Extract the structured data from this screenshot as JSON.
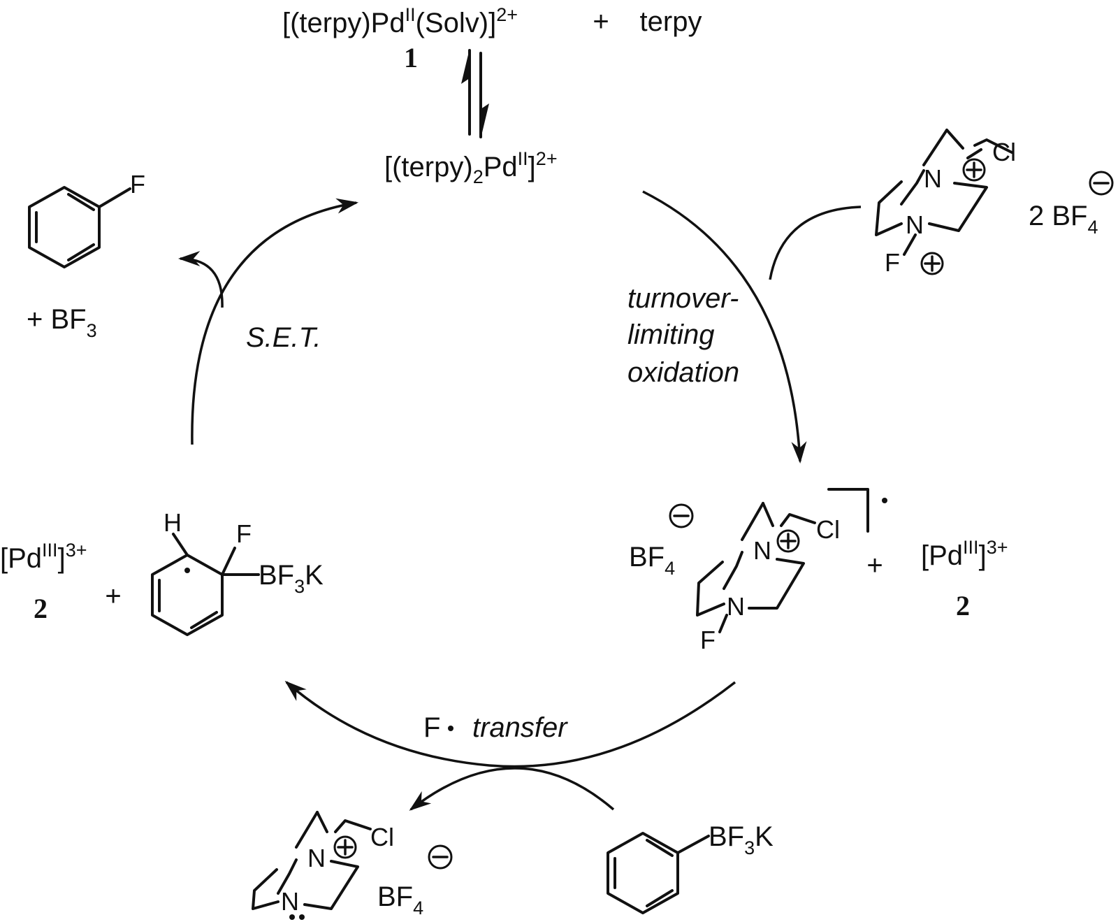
{
  "top": {
    "complex1": "[(terpy)Pd",
    "complex1_ox": "II",
    "complex1_rest": "(Solv)]",
    "complex1_charge": "2+",
    "complex1_number": "1",
    "plus": "+",
    "ligand": "terpy"
  },
  "center": {
    "bis": "[(terpy)",
    "bis_sub": "2",
    "bis_pd": "Pd",
    "bis_ox": "II",
    "bis_end": "]",
    "bis_charge": "2+"
  },
  "selectfluor": {
    "n": "N",
    "f": "F",
    "cl": "Cl",
    "count": "2 BF",
    "bf4_sub": "4"
  },
  "steps": {
    "oxidation_l1": "turnover-",
    "oxidation_l2": "limiting",
    "oxidation_l3": "oxidation",
    "set": "S.E.T.",
    "ftransfer_f": "F",
    "ftransfer": "transfer"
  },
  "right_species": {
    "bf4": "BF",
    "bf4_sub": "4",
    "n": "N",
    "f": "F",
    "cl": "Cl",
    "plus": "+",
    "pd": "[Pd",
    "pd_ox": "III",
    "pd_end": "]",
    "pd_charge": "3+",
    "pd_number": "2"
  },
  "left_species": {
    "pd": "[Pd",
    "pd_ox": "III",
    "pd_end": "]",
    "pd_charge": "3+",
    "pd_number": "2",
    "plus": "+",
    "h": "H",
    "f": "F",
    "bf3k": "BF",
    "bf3k_sub": "3",
    "bf3k_k": "K"
  },
  "product": {
    "f": "F",
    "bf3": "+ BF",
    "bf3_sub": "3"
  },
  "bottom": {
    "n": "N",
    "cl": "Cl",
    "bf4": "BF",
    "bf4_sub": "4",
    "bf3k": "BF",
    "bf3k_sub": "3",
    "bf3k_k": "K"
  }
}
